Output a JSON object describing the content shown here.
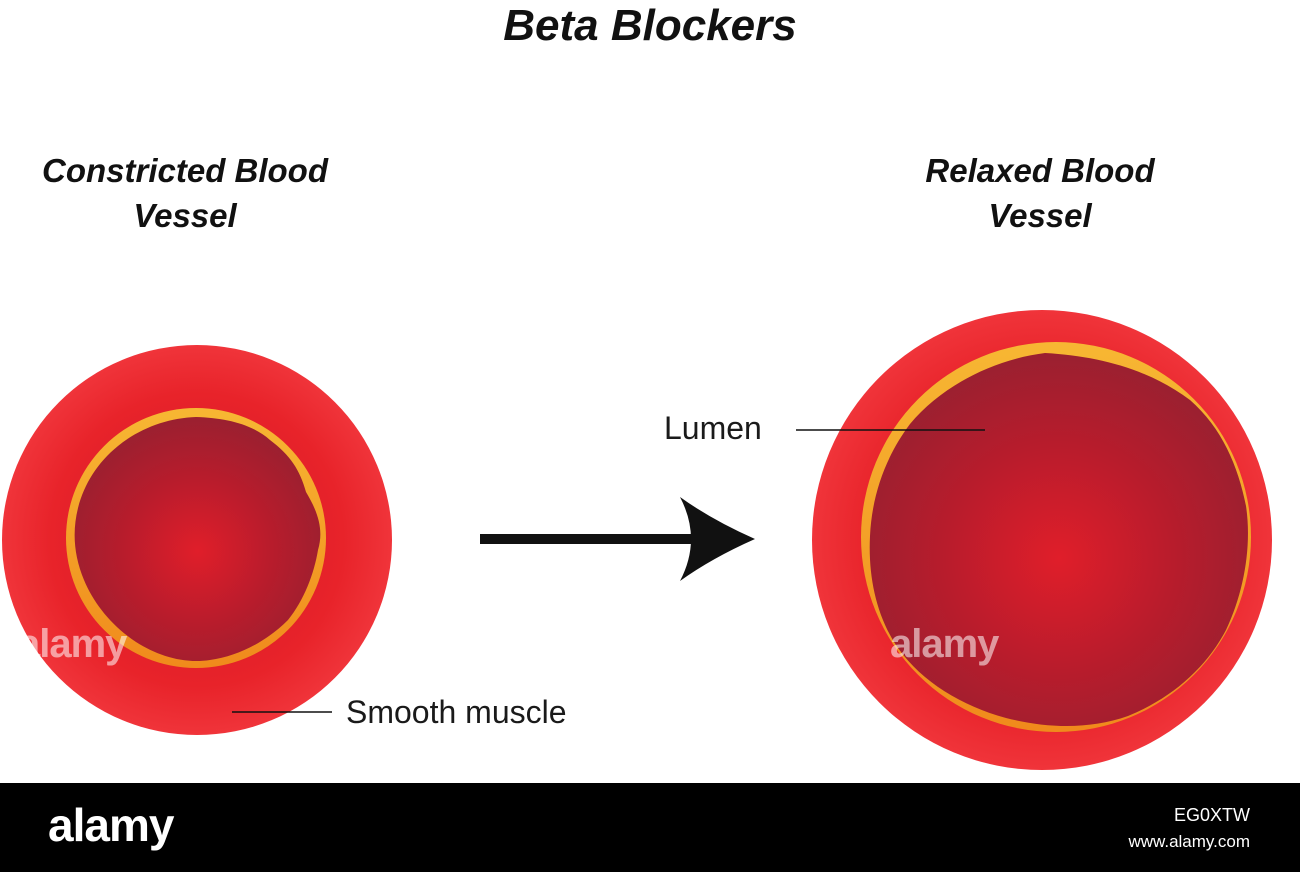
{
  "title": "Beta Blockers",
  "left_vessel": {
    "heading_line1": "Constricted Blood",
    "heading_line2": "Vessel"
  },
  "right_vessel": {
    "heading_line1": "Relaxed Blood",
    "heading_line2": "Vessel"
  },
  "labels": {
    "smooth_muscle": "Smooth muscle",
    "lumen": "Lumen"
  },
  "colors": {
    "outer_wall": "#e8232a",
    "endothelium": "#f5a623",
    "lumen": "#b81c2c",
    "arrow": "#111111"
  },
  "watermark": {
    "brand": "alamy",
    "image_id": "EG0XTW",
    "url": "www.alamy.com"
  }
}
